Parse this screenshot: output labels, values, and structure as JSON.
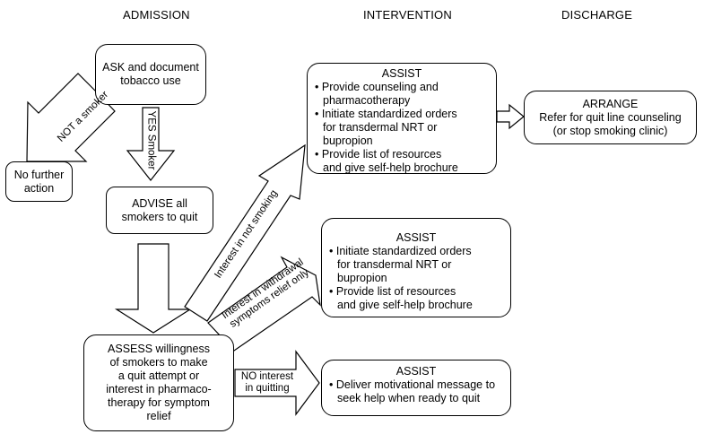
{
  "headers": {
    "admission": "ADMISSION",
    "intervention": "INTERVENTION",
    "discharge": "DISCHARGE"
  },
  "boxes": {
    "ask": {
      "lines": [
        "ASK and document",
        "tobacco use"
      ]
    },
    "no_action": {
      "lines": [
        "No further",
        "action"
      ]
    },
    "advise": {
      "lines": [
        "ADVISE all",
        "smokers to quit"
      ]
    },
    "assess": {
      "lines": [
        "ASSESS willingness",
        "of smokers to make",
        "a quit attempt or",
        "interest in pharmaco-",
        "therapy for symptom",
        "relief"
      ]
    },
    "assist1": {
      "title": "ASSIST",
      "items": [
        [
          "Provide counseling and",
          "pharmacotherapy"
        ],
        [
          "Initiate standardized orders",
          "for transdermal NRT or bupropion"
        ],
        [
          "Provide list of resources",
          "and give self-help brochure"
        ]
      ]
    },
    "arrange": {
      "title": "ARRANGE",
      "lines": [
        "Refer for quit line counseling",
        "(or stop smoking clinic)"
      ]
    },
    "assist2": {
      "title": "ASSIST",
      "items": [
        [
          "Initiate standardized orders",
          "for transdermal NRT or bupropion"
        ],
        [
          "Provide list of resources",
          "and give self-help brochure"
        ]
      ]
    },
    "assist3": {
      "title": "ASSIST",
      "items": [
        [
          "Deliver motivational message to",
          "seek help when ready to quit"
        ]
      ]
    }
  },
  "arrow_labels": {
    "not_smoker": "NOT a smoker",
    "yes_smoker": "YES Smoker",
    "interest_not_smoking": "Interest in not smoking",
    "withdrawal": [
      "Interest in withdrawal",
      "symptoms relief only"
    ],
    "no_interest": [
      "NO interest",
      "in quitting"
    ]
  }
}
